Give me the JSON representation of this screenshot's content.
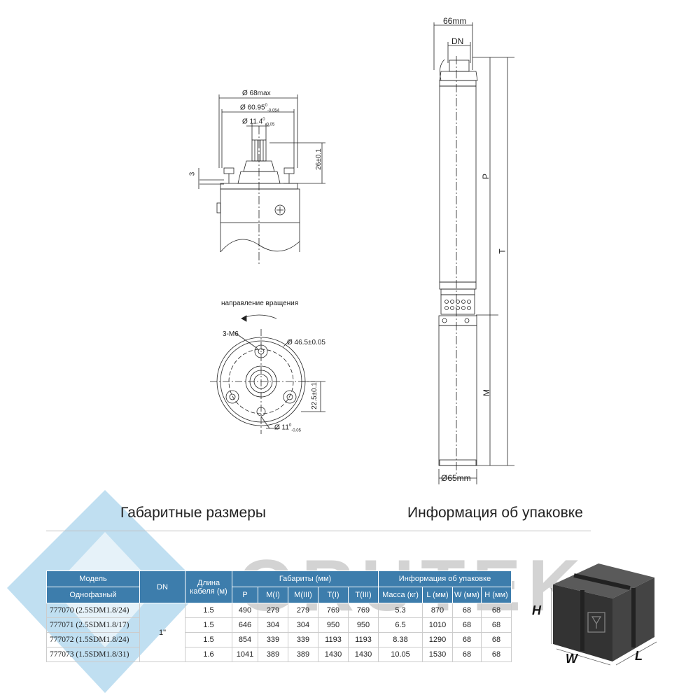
{
  "drawing_top": {
    "d_max": "Ø 68max",
    "d_body": "Ø 60.95",
    "d_body_tol_top": "0",
    "d_body_tol_bot": "-0.054",
    "d_shaft": "Ø 11.4",
    "d_shaft_tol_top": "0",
    "d_shaft_tol_bot": "-0.05",
    "h_shaft": "26±0.1",
    "h_gap": "3"
  },
  "drawing_flange": {
    "rotation": "направление вращения",
    "holes": "3-M6",
    "d_circle": "Ø 46.5±0.05",
    "offset": "22.5±0.1",
    "d_bore": "Ø 11",
    "d_bore_tol_top": "0",
    "d_bore_tol_bot": "-0.05"
  },
  "drawing_pump": {
    "width_top": "66mm",
    "dn": "DN",
    "p": "P",
    "t": "T",
    "m": "M",
    "width_bottom": "Ø65mm"
  },
  "titles": {
    "dimensions": "Габаритные размеры",
    "packaging": "Информация об упаковке"
  },
  "table": {
    "h_model": "Модель",
    "h_single_phase": "Однофазный",
    "h_dn": "DN",
    "h_cable": "Длина кабеля (м)",
    "h_dims": "Габариты (мм)",
    "h_pack": "Информация об упаковке",
    "sub": [
      "P",
      "M(I)",
      "M(III)",
      "T(I)",
      "T(III)",
      "Масса (кг)",
      "L (мм)",
      "W (мм)",
      "H (мм)"
    ],
    "dn_value": "1\"",
    "rows": [
      {
        "model": "777070 (2.5SDM1.8/24)",
        "cable": "1.5",
        "p": "490",
        "m1": "279",
        "m3": "279",
        "t1": "769",
        "t3": "769",
        "mass": "5.3",
        "l": "870",
        "w": "68",
        "h": "68"
      },
      {
        "model": "777071 (2.5SDM1.8/17)",
        "cable": "1.5",
        "p": "646",
        "m1": "304",
        "m3": "304",
        "t1": "950",
        "t3": "950",
        "mass": "6.5",
        "l": "1010",
        "w": "68",
        "h": "68"
      },
      {
        "model": "777072 (1.5SDM1.8/24)",
        "cable": "1.5",
        "p": "854",
        "m1": "339",
        "m3": "339",
        "t1": "1193",
        "t3": "1193",
        "mass": "8.38",
        "l": "1290",
        "w": "68",
        "h": "68"
      },
      {
        "model": "777073 (1.5SDM1.8/31)",
        "cable": "1.6",
        "p": "1041",
        "m1": "389",
        "m3": "389",
        "t1": "1430",
        "t3": "1430",
        "mass": "10.05",
        "l": "1530",
        "w": "68",
        "h": "68"
      }
    ]
  },
  "watermark": "GRUTEK",
  "box_labels": {
    "h": "H",
    "w": "W",
    "l": "L"
  },
  "colors": {
    "header": "#3d7dac",
    "watermark_diamond": "#8cc4e6",
    "watermark_text": "#a8a8a8",
    "box": "#3c3c3c"
  }
}
